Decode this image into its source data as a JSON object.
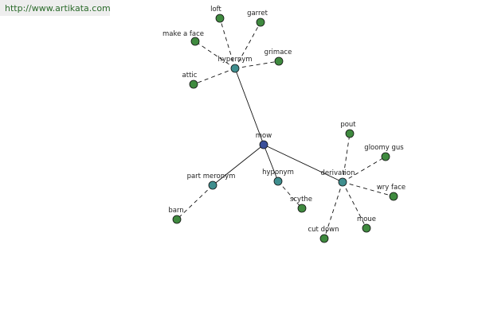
{
  "banner": {
    "url": "http://www.artikata.com"
  },
  "colors": {
    "center": "#3a4f9a",
    "relation": "#3f8e8e",
    "leaf": "#3f8a3f",
    "edge": "#111111",
    "banner_bg": "#eeeeee",
    "banner_text": "#2a6a2a"
  },
  "graph": {
    "nodes": [
      {
        "id": "mow",
        "label": "mow",
        "kind": "center"
      },
      {
        "id": "hypernym",
        "label": "hypernym",
        "kind": "relation"
      },
      {
        "id": "part_meronym",
        "label": "part meronym",
        "kind": "relation"
      },
      {
        "id": "hyponym",
        "label": "hyponym",
        "kind": "relation"
      },
      {
        "id": "derivation",
        "label": "derivation",
        "kind": "relation"
      },
      {
        "id": "loft",
        "label": "loft",
        "kind": "leaf"
      },
      {
        "id": "garret",
        "label": "garret",
        "kind": "leaf"
      },
      {
        "id": "make_a_face",
        "label": "make a face",
        "kind": "leaf"
      },
      {
        "id": "grimace",
        "label": "grimace",
        "kind": "leaf"
      },
      {
        "id": "attic",
        "label": "attic",
        "kind": "leaf"
      },
      {
        "id": "barn",
        "label": "barn",
        "kind": "leaf"
      },
      {
        "id": "scythe",
        "label": "scythe",
        "kind": "leaf"
      },
      {
        "id": "pout",
        "label": "pout",
        "kind": "leaf"
      },
      {
        "id": "gloomy_gus",
        "label": "gloomy gus",
        "kind": "leaf"
      },
      {
        "id": "wry_face",
        "label": "wry face",
        "kind": "leaf"
      },
      {
        "id": "moue",
        "label": "moue",
        "kind": "leaf"
      },
      {
        "id": "cut_down",
        "label": "cut down",
        "kind": "leaf"
      }
    ],
    "edges": [
      {
        "from": "mow",
        "to": "hypernym",
        "style": "solid"
      },
      {
        "from": "mow",
        "to": "part_meronym",
        "style": "solid"
      },
      {
        "from": "mow",
        "to": "hyponym",
        "style": "solid"
      },
      {
        "from": "mow",
        "to": "derivation",
        "style": "solid"
      },
      {
        "from": "hypernym",
        "to": "loft",
        "style": "dashed"
      },
      {
        "from": "hypernym",
        "to": "garret",
        "style": "dashed"
      },
      {
        "from": "hypernym",
        "to": "make_a_face",
        "style": "dashed"
      },
      {
        "from": "hypernym",
        "to": "grimace",
        "style": "dashed"
      },
      {
        "from": "hypernym",
        "to": "attic",
        "style": "dashed"
      },
      {
        "from": "part_meronym",
        "to": "barn",
        "style": "dashed"
      },
      {
        "from": "hyponym",
        "to": "scythe",
        "style": "dashed"
      },
      {
        "from": "derivation",
        "to": "pout",
        "style": "dashed"
      },
      {
        "from": "derivation",
        "to": "gloomy_gus",
        "style": "dashed"
      },
      {
        "from": "derivation",
        "to": "wry_face",
        "style": "dashed"
      },
      {
        "from": "derivation",
        "to": "moue",
        "style": "dashed"
      },
      {
        "from": "derivation",
        "to": "cut_down",
        "style": "dashed"
      }
    ]
  }
}
